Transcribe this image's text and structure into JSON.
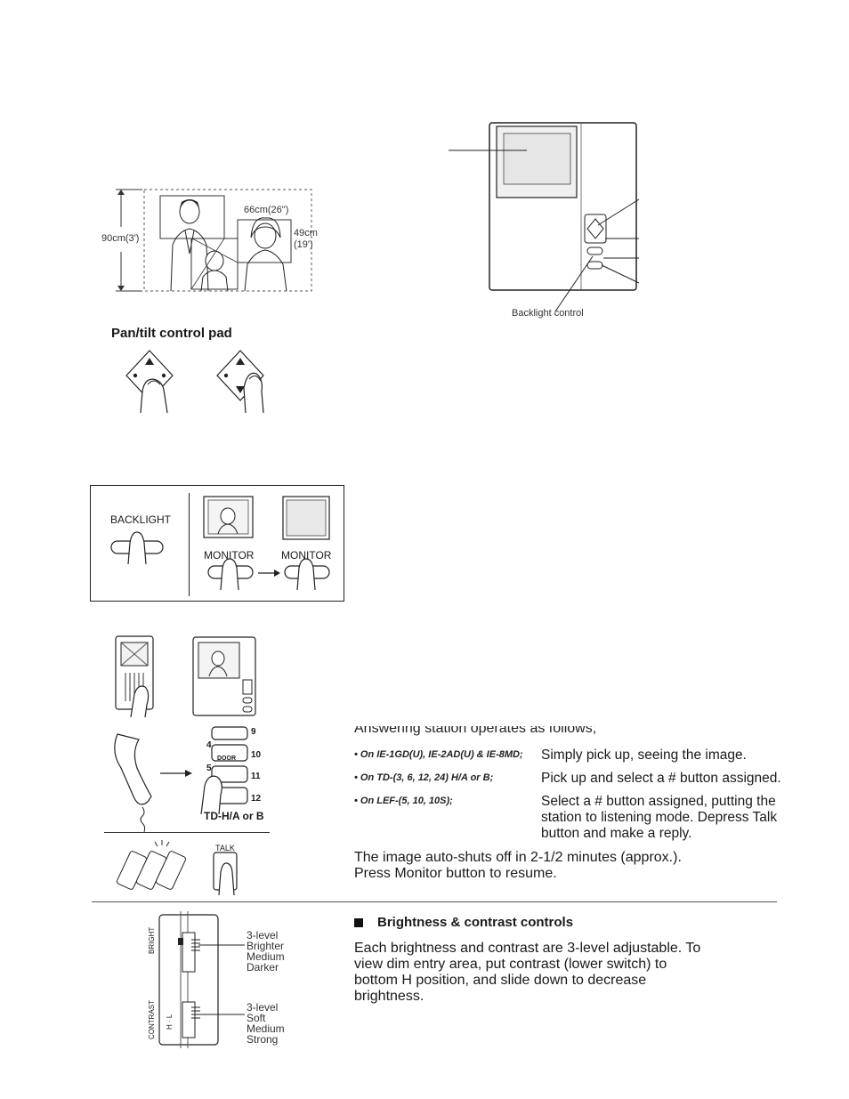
{
  "camera_diagram": {
    "height_label": "90cm(3')",
    "width_label": "66cm(26\")",
    "inner_height_label_1": "49cm",
    "inner_height_label_2": "(19')"
  },
  "monitor_unit": {
    "backlight_callout": "Backlight control"
  },
  "pan_tilt": {
    "title": "Pan/tilt control pad"
  },
  "backlight_box": {
    "backlight_label": "BACKLIGHT",
    "monitor_label_1": "MONITOR",
    "monitor_label_2": "MONITOR"
  },
  "selector": {
    "keys": [
      "9",
      "10",
      "11",
      "12",
      "4",
      "5"
    ],
    "door_key": "DOOR",
    "caption": "TD-H/A or B",
    "talk_label": "TALK"
  },
  "answering": {
    "intro": "Answering station operates as follows;",
    "rows": [
      {
        "model": "• On IE-1GD(U), IE-2AD(U) & IE-8MD;",
        "desc": "Simply pick up, seeing the image."
      },
      {
        "model": "• On TD-(3, 6, 12, 24) H/A or B;",
        "desc": "Pick up and select a # button assigned."
      },
      {
        "model": "• On LEF-(5, 10, 10S);",
        "desc": "Select a # button assigned, putting the station to listening mode. Depress Talk button and make a reply."
      }
    ],
    "autoshut": "The image auto-shuts off in 2-1/2 minutes (approx.).",
    "resume": "Press Monitor button to resume."
  },
  "brightness": {
    "section_title": "Brightness & contrast controls",
    "paragraph": "Each brightness and contrast are 3-level adjustable. To view dim entry area, put contrast (lower switch) to bottom H position, and slide down to decrease brightness.",
    "bright_switch": "BRIGHT",
    "contrast_switch": "CONTRAST",
    "contrast_marks": "H · L",
    "bright_levels": [
      "3-level",
      "Brighter",
      "Medium",
      "Darker"
    ],
    "contrast_levels": [
      "3-level",
      "Soft",
      "Medium",
      "Strong"
    ]
  }
}
